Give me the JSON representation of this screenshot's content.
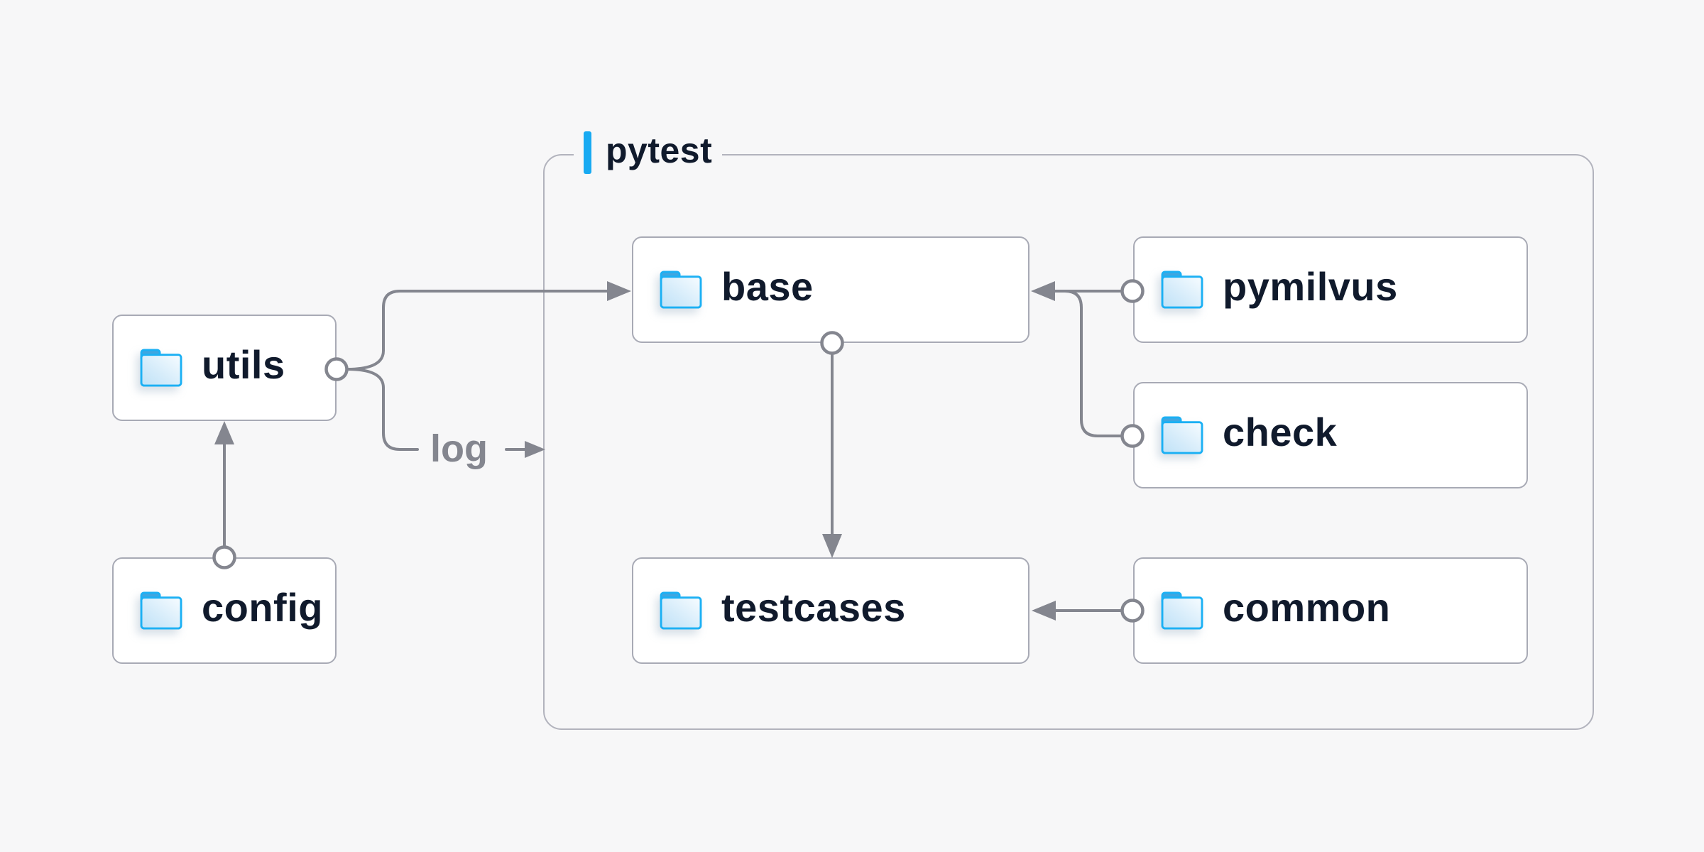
{
  "diagram": {
    "title": "pytest",
    "log_label": "log",
    "nodes": [
      {
        "id": "utils",
        "label": "utils"
      },
      {
        "id": "config",
        "label": "config"
      },
      {
        "id": "base",
        "label": "base"
      },
      {
        "id": "testcases",
        "label": "testcases"
      },
      {
        "id": "pymilvus",
        "label": "pymilvus"
      },
      {
        "id": "check",
        "label": "check"
      },
      {
        "id": "common",
        "label": "common"
      }
    ],
    "edges": [
      {
        "from": "config",
        "to": "utils"
      },
      {
        "from": "utils",
        "to": "base"
      },
      {
        "from": "utils",
        "to": "log"
      },
      {
        "from": "base",
        "to": "testcases"
      },
      {
        "from": "pymilvus",
        "to": "base"
      },
      {
        "from": "check",
        "to": "base"
      },
      {
        "from": "common",
        "to": "testcases"
      }
    ],
    "colors": {
      "background": "#f7f7f8",
      "accent_blue": "#18aaf2",
      "folder_blue": "#1bb0f4",
      "line_gray": "#84868f",
      "box_border": "#a8aab5",
      "group_border": "#b2b3bd",
      "text_navy": "#101a2c"
    }
  }
}
